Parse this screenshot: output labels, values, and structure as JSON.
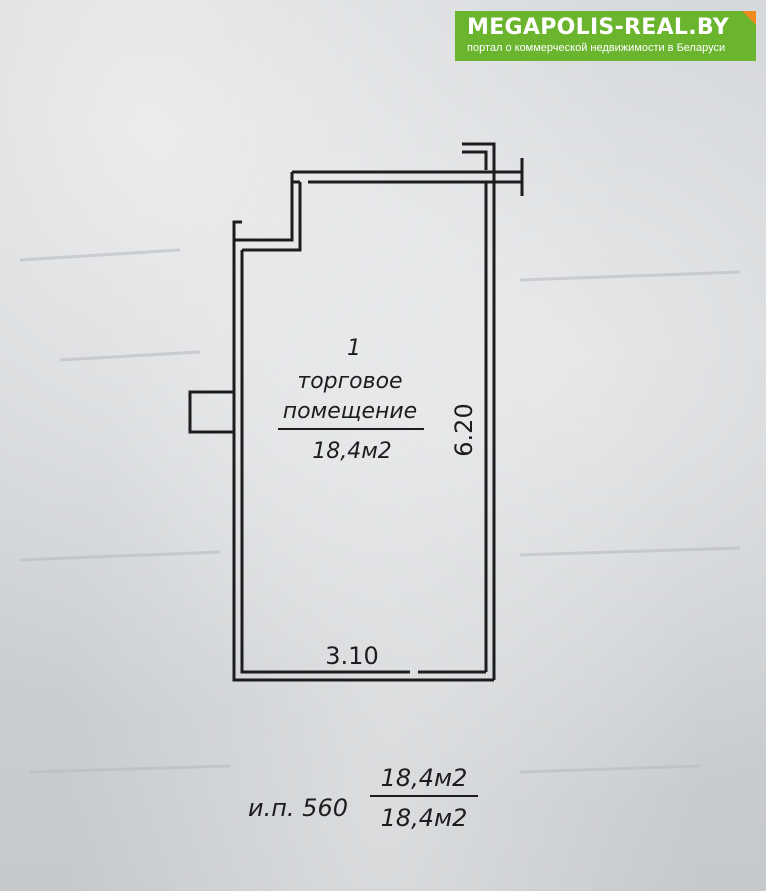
{
  "banner": {
    "brand": "MEGAPOLIS-REAL.BY",
    "tagline": "портал о коммерческой недвижимости в Беларуси",
    "background_color": "#6bb52e",
    "corner_color": "#f08a1c"
  },
  "room": {
    "number": "1",
    "name_line1": "торговое",
    "name_line2": "помещение",
    "area": "18,4м2"
  },
  "dimensions": {
    "length": "6.20",
    "width": "3.10"
  },
  "summary": {
    "label": "и.п. 560",
    "area_top": "18,4м2",
    "area_bottom": "18,4м2"
  }
}
